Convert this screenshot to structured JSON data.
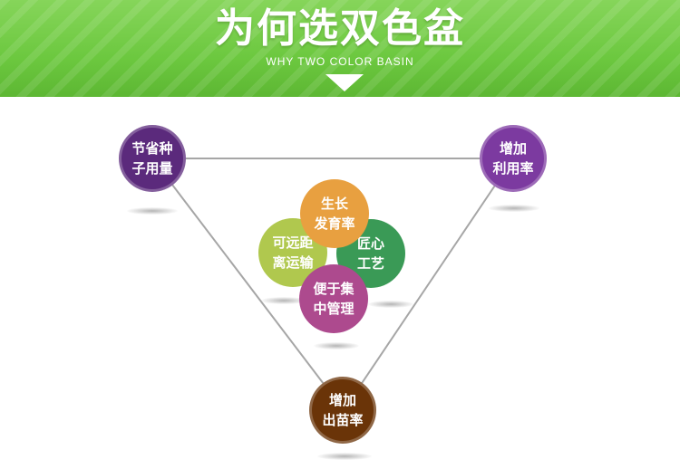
{
  "header": {
    "title": "为何选双色盆",
    "subtitle": "WHY TWO COLOR BASIN"
  },
  "corners": {
    "top_left": {
      "line1": "节省种",
      "line2": "子用量",
      "color": "#5b2a7c"
    },
    "top_right": {
      "line1": "增加",
      "line2": "利用率",
      "color": "#7c3aa0"
    },
    "bottom": {
      "line1": "增加",
      "line2": "出苗率",
      "color": "#6a3408"
    }
  },
  "petals": {
    "top": {
      "line1": "生长",
      "line2": "发育率",
      "color": "#e8a040"
    },
    "left": {
      "line1": "可远距",
      "line2": "离运输",
      "color": "#b0c84e"
    },
    "right": {
      "line1": "匠心",
      "line2": "工艺",
      "color": "#3a9a56"
    },
    "bottom": {
      "line1": "便于集",
      "line2": "中管理",
      "color": "#ad4a8e"
    }
  }
}
